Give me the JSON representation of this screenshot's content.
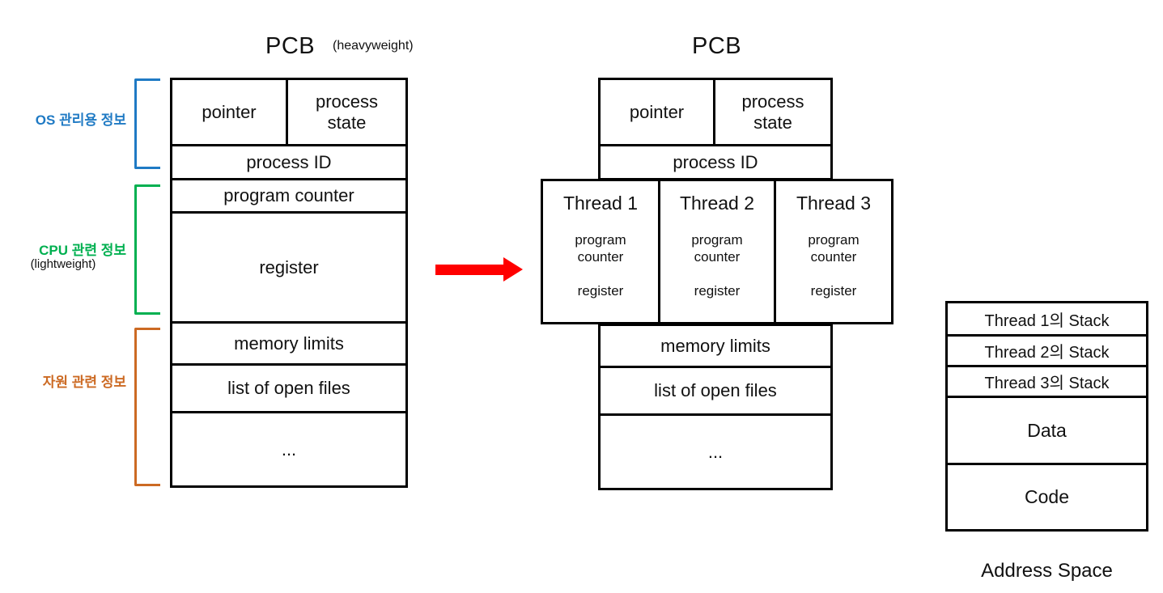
{
  "diagram": {
    "left": {
      "title": "PCB",
      "subtitle": "(heavyweight)",
      "rows": {
        "pointer": "pointer",
        "process_state": "process\nstate",
        "process_state_line1": "process",
        "process_state_line2": "state",
        "process_id": "process ID",
        "program_counter": "program counter",
        "register": "register",
        "memory_limits": "memory limits",
        "list_of_open_files": "list of open files",
        "ellipsis": "..."
      },
      "groups": [
        {
          "label": "OS 관리용 정보",
          "sub": "",
          "color": "#1F7AC4"
        },
        {
          "label": "CPU 관련 정보",
          "sub": "(lightweight)",
          "color": "#00B050"
        },
        {
          "label": "자원 관련 정보",
          "sub": "",
          "color": "#CC6A23"
        }
      ]
    },
    "arrow": {
      "color": "#FF0000",
      "label": "transform-arrow"
    },
    "right": {
      "title": "PCB",
      "rows": {
        "pointer": "pointer",
        "process_state_line1": "process",
        "process_state_line2": "state",
        "process_id": "process ID",
        "memory_limits": "memory limits",
        "list_of_open_files": "list of open files",
        "ellipsis": "..."
      },
      "threads": [
        {
          "title": "Thread 1",
          "pc_line1": "program",
          "pc_line2": "counter",
          "register": "register"
        },
        {
          "title": "Thread 2",
          "pc_line1": "program",
          "pc_line2": "counter",
          "register": "register"
        },
        {
          "title": "Thread 3",
          "pc_line1": "program",
          "pc_line2": "counter",
          "register": "register"
        }
      ]
    },
    "address_space": {
      "caption": "Address Space",
      "rows": [
        "Thread 1의 Stack",
        "Thread 2의 Stack",
        "Thread 3의 Stack",
        "Data",
        "Code"
      ]
    }
  }
}
